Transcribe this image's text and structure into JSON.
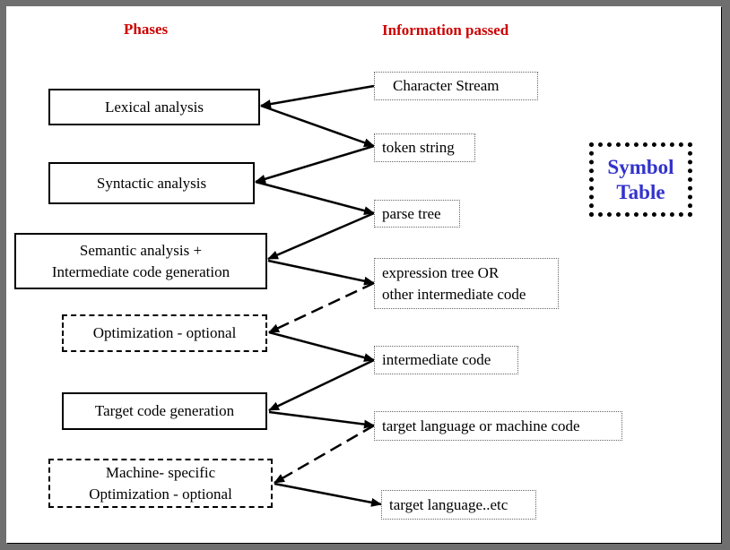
{
  "headings": {
    "phases": "Phases",
    "information": "Information passed"
  },
  "phases": [
    {
      "label": "Lexical analysis",
      "style": "solid"
    },
    {
      "label": "Syntactic analysis",
      "style": "solid"
    },
    {
      "label": "Semantic analysis +\nIntermediate code generation",
      "style": "solid"
    },
    {
      "label": "Optimization - optional",
      "style": "dashed"
    },
    {
      "label": "Target code generation",
      "style": "solid"
    },
    {
      "label": "Machine- specific\nOptimization - optional",
      "style": "dashed"
    }
  ],
  "information": [
    {
      "label": "Character Stream"
    },
    {
      "label": "token string"
    },
    {
      "label": "parse tree"
    },
    {
      "label": "expression tree  OR\nother intermediate code"
    },
    {
      "label": "intermediate code"
    },
    {
      "label": "target language or machine code"
    },
    {
      "label": "target language..etc"
    }
  ],
  "symbol_table": {
    "label": "Symbol\nTable"
  },
  "colors": {
    "heading": "#cc0000",
    "symbol_table": "#3333cc",
    "frame": "#6f6f6f"
  }
}
